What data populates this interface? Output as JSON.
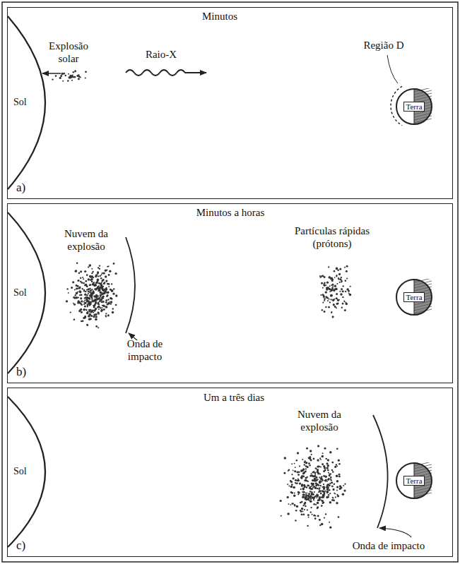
{
  "diagram": {
    "nodes": [
      {
        "text": [
          "Minutos",
          "a)"
        ]
      },
      {
        "text": [
          "Sol"
        ],
        "in": 0
      },
      {
        "text": [
          "Terra"
        ],
        "in": 0
      },
      {
        "text": [
          "Minutos a horas",
          "b)"
        ]
      },
      {
        "text": [
          "Sol"
        ],
        "in": 3
      },
      {
        "text": [
          "Terra"
        ],
        "in": 3
      },
      {
        "text": [
          "Um a três dias",
          "c)"
        ]
      },
      {
        "text": [
          "Sol"
        ],
        "in": 6
      },
      {
        "text": [
          "Terra"
        ],
        "in": 6
      }
    ],
    "labels": [
      "Explosão solar",
      "Raio-X",
      "Região D",
      "Nuvem da explosão",
      "Onda de impacto",
      "Partículas rápidas (prótons)",
      "Nuvem da explosão",
      "Onda de impacto"
    ]
  }
}
